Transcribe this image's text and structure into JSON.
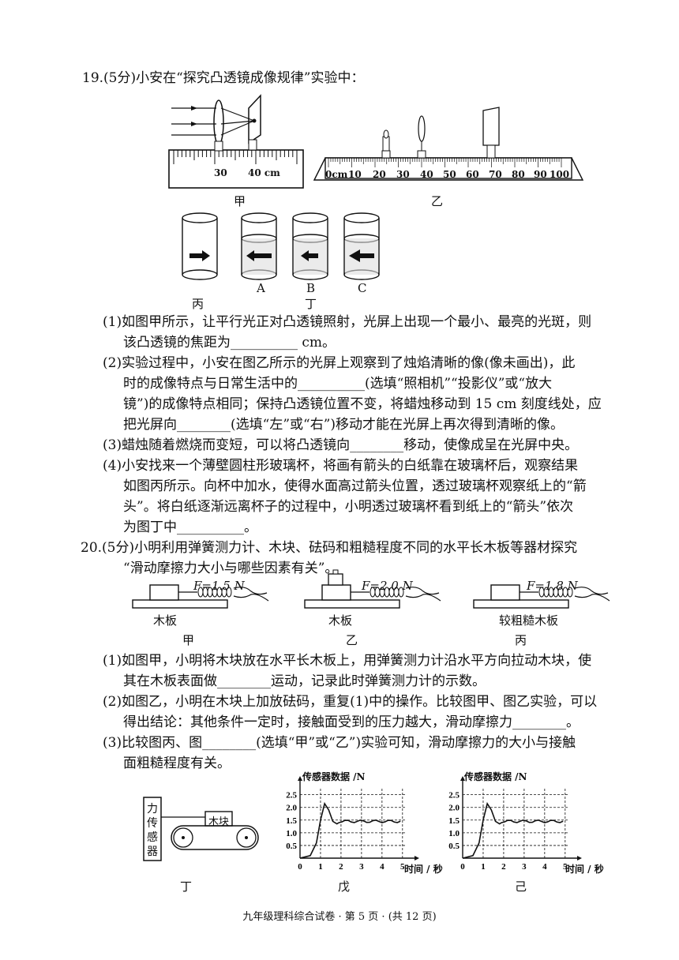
{
  "q19": {
    "header": "19.(5分)小安在“探究凸透镜成像规律”实验中：",
    "fig_jia": {
      "ruler_ticks": [
        "30",
        "40 cm"
      ],
      "label": "甲"
    },
    "fig_yi": {
      "ruler_ticks": [
        "0cm",
        "10",
        "20",
        "30",
        "40",
        "50",
        "60",
        "70",
        "80",
        "90",
        "100"
      ],
      "label": "乙"
    },
    "fig_bing": {
      "label": "丙"
    },
    "fig_ding": {
      "choices": [
        "A",
        "B",
        "C"
      ],
      "label": "丁"
    },
    "p1_l1": "(1)如图甲所示，让平行光正对凸透镜照射，光屏上出现一个最小、最亮的光斑，则",
    "p1_l2": "该凸透镜的焦距为__________ cm。",
    "p2_l1": "(2)实验过程中，小安在图乙所示的光屏上观察到了烛焰清晰的像(像未画出)，此",
    "p2_l2": "时的成像特点与日常生活中的__________(选填“照相机”“投影仪”或“放大",
    "p2_l3": "镜”)的成像特点相同；保持凸透镜位置不变，将蜡烛移动到 15 cm 刻度线处，应",
    "p2_l4": "把光屏向________(选填“左”或“右”)移动才能在光屏上再次得到清晰的像。",
    "p3": "(3)蜡烛随着燃烧而变短，可以将凸透镜向________移动，使像成呈在光屏中央。",
    "p4_l1": "(4)小安找来一个薄壁圆柱形玻璃杯，将画有箭头的白纸靠在玻璃杯后，观察结果",
    "p4_l2": "如图丙所示。向杯中加水，使得水面高过箭头位置，透过玻璃杯观察纸上的“箭",
    "p4_l3": "头”。将白纸逐渐远离杯子的过程中，小明透过玻璃杯看到纸上的“箭头”依次",
    "p4_l4": "为图丁中__________。"
  },
  "q20": {
    "header_l1": "20.(5分)小明利用弹簧测力计、木块、砝码和粗糙程度不同的水平长木板等器材探究",
    "header_l2": "“滑动摩擦力大小与哪些因素有关”。",
    "setups": [
      {
        "force": "F=1.5 N",
        "board": "木板",
        "label": "甲"
      },
      {
        "force": "F=2.0 N",
        "board": "木板",
        "label": "乙"
      },
      {
        "force": "F=1.8 N",
        "board": "较粗糙木板",
        "label": "丙"
      }
    ],
    "p1_l1": "(1)如图甲，小明将木块放在水平长木板上，用弹簧测力计沿水平方向拉动木块，使",
    "p1_l2": "其在木板表面做________运动，记录此时弹簧测力计的示数。",
    "p2_l1": "(2)如图乙，小明在木块上加放砝码，重复(1)中的操作。比较图甲、图乙实验，可以",
    "p2_l2": "得出结论：其他条件一定时，接触面受到的压力越大，滑动摩擦力________。",
    "p3_l1": "(3)比较图丙、图________(选填“甲”或“乙”)实验可知，滑动摩擦力的大小与接触",
    "p3_l2": "面粗糙程度有关。",
    "fig_ding": {
      "sensor": [
        "力",
        "传",
        "感",
        "器"
      ],
      "block": "木块",
      "label": "丁"
    },
    "graphs": [
      {
        "label": "戊",
        "ylabel": "传感器数据 /N",
        "xlabel": "时间 / 秒",
        "yticks": [
          "2.5",
          "2.0",
          "1.5",
          "1.0",
          "0.5"
        ],
        "xticks": [
          "0",
          "1",
          "2",
          "3",
          "4",
          "5"
        ]
      },
      {
        "label": "己",
        "ylabel": "传感器数据 /N",
        "xlabel": "时间 / 秒",
        "yticks": [
          "2.5",
          "2.0",
          "1.5",
          "1.0",
          "0.5"
        ],
        "xticks": [
          "0",
          "1",
          "2",
          "3",
          "4",
          "5"
        ]
      }
    ]
  },
  "footer": "九年级理科综合试卷 · 第 5 页 · (共 12 页)"
}
